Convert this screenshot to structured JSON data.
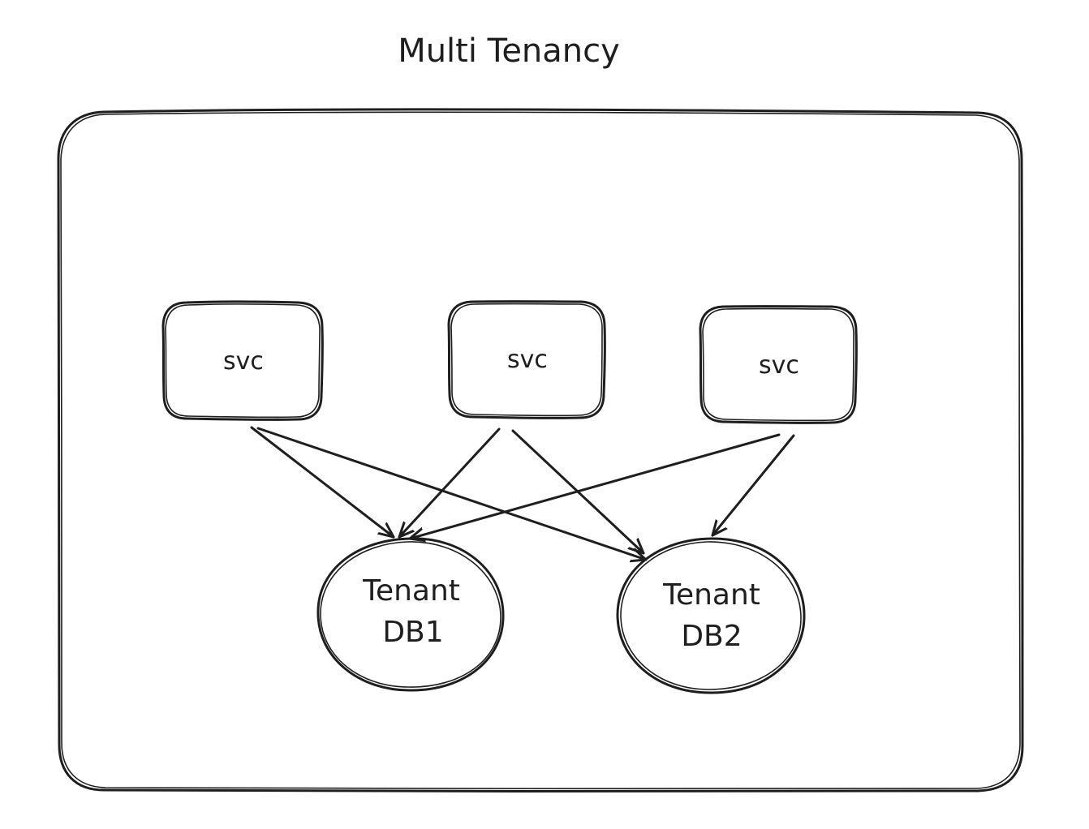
{
  "diagram": {
    "title": "Multi Tenancy",
    "services": [
      {
        "id": "svc1",
        "label": "svc"
      },
      {
        "id": "svc2",
        "label": "svc"
      },
      {
        "id": "svc3",
        "label": "svc"
      }
    ],
    "databases": [
      {
        "id": "db1",
        "line1": "Tenant",
        "line2": "DB1"
      },
      {
        "id": "db2",
        "line1": "Tenant",
        "line2": "DB2"
      }
    ],
    "edges": [
      {
        "from": "svc1",
        "to": "db1"
      },
      {
        "from": "svc1",
        "to": "db2"
      },
      {
        "from": "svc2",
        "to": "db1"
      },
      {
        "from": "svc2",
        "to": "db2"
      },
      {
        "from": "svc3",
        "to": "db1"
      },
      {
        "from": "svc3",
        "to": "db2"
      }
    ],
    "colors": {
      "stroke": "#1e1e1e",
      "background": "#ffffff"
    }
  }
}
